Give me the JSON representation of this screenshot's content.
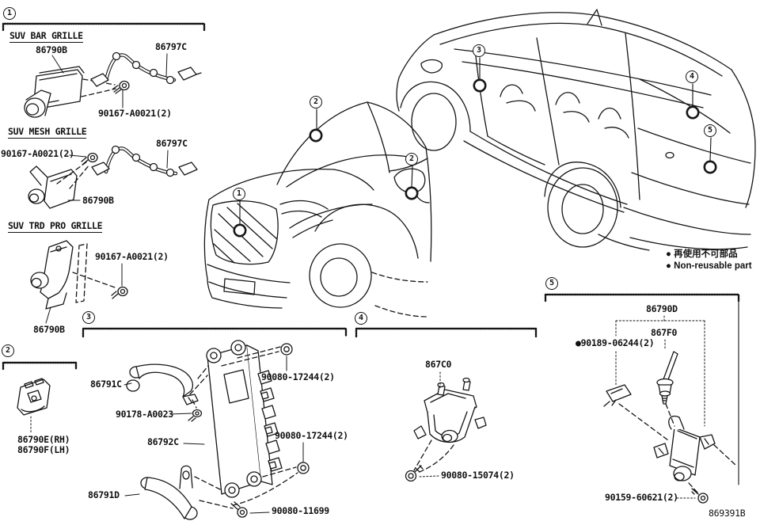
{
  "diagram_id": "869391B",
  "bullet": "●",
  "callouts": {
    "n1": "1",
    "n2": "2",
    "n3": "3",
    "n4": "4",
    "n5": "5"
  },
  "section1": {
    "bar": {
      "title": "SUV BAR GRILLE",
      "camera": "86790B",
      "harness": "86797C",
      "screw": "90167-A0021(2)"
    },
    "mesh": {
      "title": "SUV MESH GRILLE",
      "camera": "86790B",
      "harness": "86797C",
      "screw": "90167-A0021(2)"
    },
    "trd": {
      "title": "SUV TRD PRO GRILLE",
      "camera": "86790B",
      "screw": "90167-A0021(2)"
    }
  },
  "section2": {
    "camera_rh": "86790E(RH)",
    "camera_lh": "86790F(LH)"
  },
  "section3": {
    "bracket_upper": "86791C",
    "bracket_screw": "90178-A0023",
    "ecu": "86792C",
    "bracket_lower": "86791D",
    "bolt_a": "90080-17244(2)",
    "bolt_b": "90080-17244(2)",
    "screw_lower": "90080-11699"
  },
  "section4": {
    "camera": "867C0",
    "screw": "90080-15074(2)"
  },
  "section5": {
    "camera_assy": "86790D",
    "stud": "867F0",
    "clip": "90189-06244(2)",
    "screw": "90159-60621(2)"
  },
  "notes": {
    "jp": "再使用不可部品",
    "en": "Non-reusable part"
  }
}
